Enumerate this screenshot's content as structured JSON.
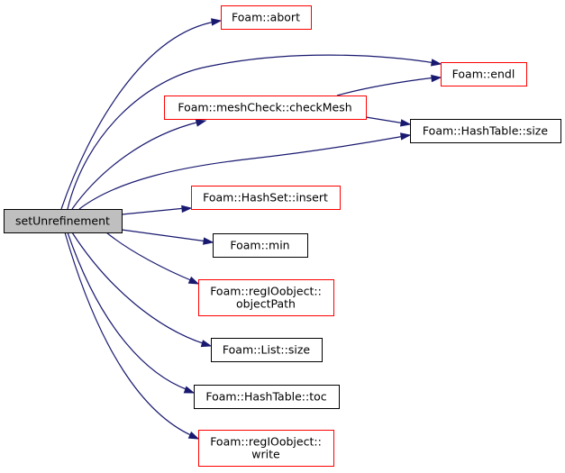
{
  "graph": {
    "root": {
      "label": [
        "setUnrefinement"
      ],
      "fill": "#bfbfbf",
      "border": "#000000"
    },
    "nodes": [
      {
        "id": "abort",
        "label": [
          "Foam::abort"
        ],
        "border": "#ff0000"
      },
      {
        "id": "endl",
        "label": [
          "Foam::endl"
        ],
        "border": "#ff0000"
      },
      {
        "id": "checkMesh",
        "label": [
          "Foam::meshCheck::checkMesh"
        ],
        "border": "#ff0000"
      },
      {
        "id": "hashtable-size",
        "label": [
          "Foam::HashTable::size"
        ],
        "border": "#000000"
      },
      {
        "id": "hashset-insert",
        "label": [
          "Foam::HashSet::insert"
        ],
        "border": "#ff0000"
      },
      {
        "id": "min",
        "label": [
          "Foam::min"
        ],
        "border": "#000000"
      },
      {
        "id": "objectPath",
        "label": [
          "Foam::regIOobject::",
          "objectPath"
        ],
        "border": "#ff0000"
      },
      {
        "id": "list-size",
        "label": [
          "Foam::List::size"
        ],
        "border": "#000000"
      },
      {
        "id": "toc",
        "label": [
          "Foam::HashTable::toc"
        ],
        "border": "#000000"
      },
      {
        "id": "write",
        "label": [
          "Foam::regIOobject::",
          "write"
        ],
        "border": "#ff0000"
      }
    ],
    "edges": [
      {
        "from": "root",
        "to": "abort"
      },
      {
        "from": "root",
        "to": "endl"
      },
      {
        "from": "root",
        "to": "checkMesh"
      },
      {
        "from": "root",
        "to": "hashtable-size"
      },
      {
        "from": "root",
        "to": "hashset-insert"
      },
      {
        "from": "root",
        "to": "min"
      },
      {
        "from": "root",
        "to": "objectPath"
      },
      {
        "from": "root",
        "to": "list-size"
      },
      {
        "from": "root",
        "to": "toc"
      },
      {
        "from": "root",
        "to": "write"
      },
      {
        "from": "checkMesh",
        "to": "endl"
      },
      {
        "from": "checkMesh",
        "to": "hashtable-size"
      }
    ],
    "colors": {
      "edge": "#191970",
      "node_fill": "#ffffff",
      "text": "#000000"
    }
  }
}
